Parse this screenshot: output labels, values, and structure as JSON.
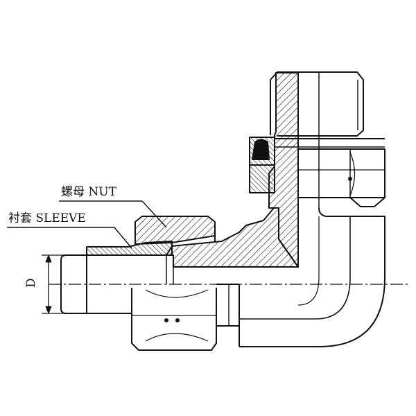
{
  "labels": {
    "nut": "螺母 NUT",
    "sleeve": "衬套 SLEEVE",
    "diameter": "D"
  },
  "colors": {
    "line": "#111111",
    "hatch": "#222222",
    "background": "#ffffff"
  }
}
